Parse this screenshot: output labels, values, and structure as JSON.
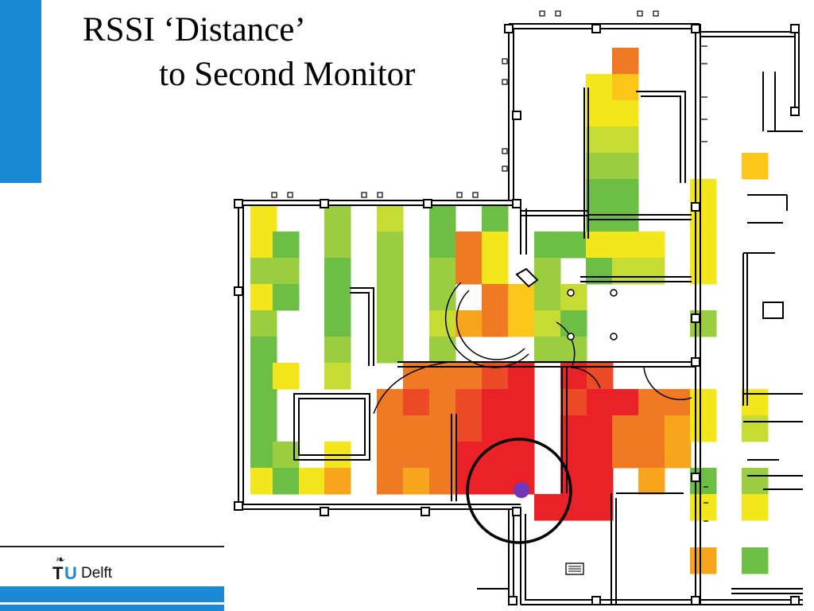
{
  "slide": {
    "title_line1": "RSSI ‘Distance’",
    "title_line2": "to Second Monitor"
  },
  "logo": {
    "t": "T",
    "u": "U",
    "name": "Delft",
    "flame_icon": "flame-icon"
  },
  "colors": {
    "accent_blue": "#1b8ad6",
    "heat_red": "#ea2227",
    "heat_red_orange": "#ec4a26",
    "heat_orange": "#f07a24",
    "heat_orange_light": "#f8a51e",
    "heat_amber": "#fbc51a",
    "heat_yellow": "#f3e61b",
    "heat_yellow_green": "#c6dc34",
    "heat_light_green": "#9acd3f",
    "heat_green": "#6cbe45",
    "monitor_marker": "#7038b8",
    "range_circle": "#000000"
  },
  "floorplan": {
    "legend_icon": "list-icon"
  }
}
